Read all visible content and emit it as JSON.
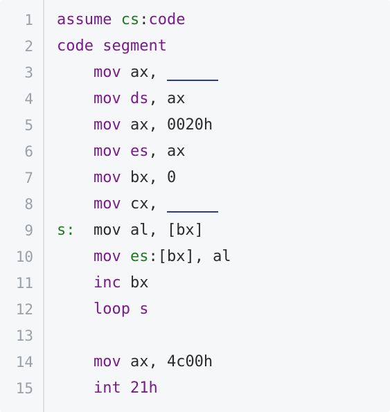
{
  "editor": {
    "lines": [
      {
        "n": "1",
        "parts": [
          [
            "kw",
            "assume "
          ],
          [
            "lab",
            "cs"
          ],
          [
            "reg",
            ":"
          ],
          [
            "kw",
            "code"
          ]
        ]
      },
      {
        "n": "2",
        "parts": [
          [
            "kw",
            "code segment"
          ]
        ]
      },
      {
        "n": "3",
        "parts": [
          [
            "reg",
            "    "
          ],
          [
            "kw",
            "mov "
          ],
          [
            "reg",
            "ax, "
          ],
          [
            "blank",
            ""
          ]
        ]
      },
      {
        "n": "4",
        "parts": [
          [
            "reg",
            "    "
          ],
          [
            "kw",
            "mov "
          ],
          [
            "kw",
            "ds"
          ],
          [
            "reg",
            ", ax"
          ]
        ]
      },
      {
        "n": "5",
        "parts": [
          [
            "reg",
            "    "
          ],
          [
            "kw",
            "mov "
          ],
          [
            "reg",
            "ax, 0020h"
          ]
        ]
      },
      {
        "n": "6",
        "parts": [
          [
            "reg",
            "    "
          ],
          [
            "kw",
            "mov "
          ],
          [
            "kw",
            "es"
          ],
          [
            "reg",
            ", ax"
          ]
        ]
      },
      {
        "n": "7",
        "parts": [
          [
            "reg",
            "    "
          ],
          [
            "kw",
            "mov "
          ],
          [
            "reg",
            "bx, 0"
          ]
        ]
      },
      {
        "n": "8",
        "parts": [
          [
            "reg",
            "    "
          ],
          [
            "kw",
            "mov "
          ],
          [
            "reg",
            "cx, "
          ],
          [
            "blank",
            ""
          ]
        ]
      },
      {
        "n": "9",
        "parts": [
          [
            "lab",
            "s:  "
          ],
          [
            "reg",
            "mov al, [bx]"
          ]
        ]
      },
      {
        "n": "10",
        "parts": [
          [
            "reg",
            "    "
          ],
          [
            "kw",
            "mov "
          ],
          [
            "lab",
            "es"
          ],
          [
            "reg",
            ":[bx], al"
          ]
        ]
      },
      {
        "n": "11",
        "parts": [
          [
            "reg",
            "    "
          ],
          [
            "kw",
            "inc "
          ],
          [
            "reg",
            "bx"
          ]
        ]
      },
      {
        "n": "12",
        "parts": [
          [
            "reg",
            "    "
          ],
          [
            "kw",
            "loop s"
          ]
        ]
      },
      {
        "n": "13",
        "parts": []
      },
      {
        "n": "14",
        "parts": [
          [
            "reg",
            "    "
          ],
          [
            "kw",
            "mov "
          ],
          [
            "reg",
            "ax, 4c00h"
          ]
        ]
      },
      {
        "n": "15",
        "parts": [
          [
            "reg",
            "    "
          ],
          [
            "kw",
            "int 21h"
          ]
        ]
      }
    ]
  },
  "colors": {
    "keyword": "#7a1a8f",
    "label": "#1f7a1f",
    "text": "#2b2b2b",
    "line_number": "#9aa0a6",
    "background": "#f6f7f8",
    "blank_underline": "#2a3a9a"
  }
}
